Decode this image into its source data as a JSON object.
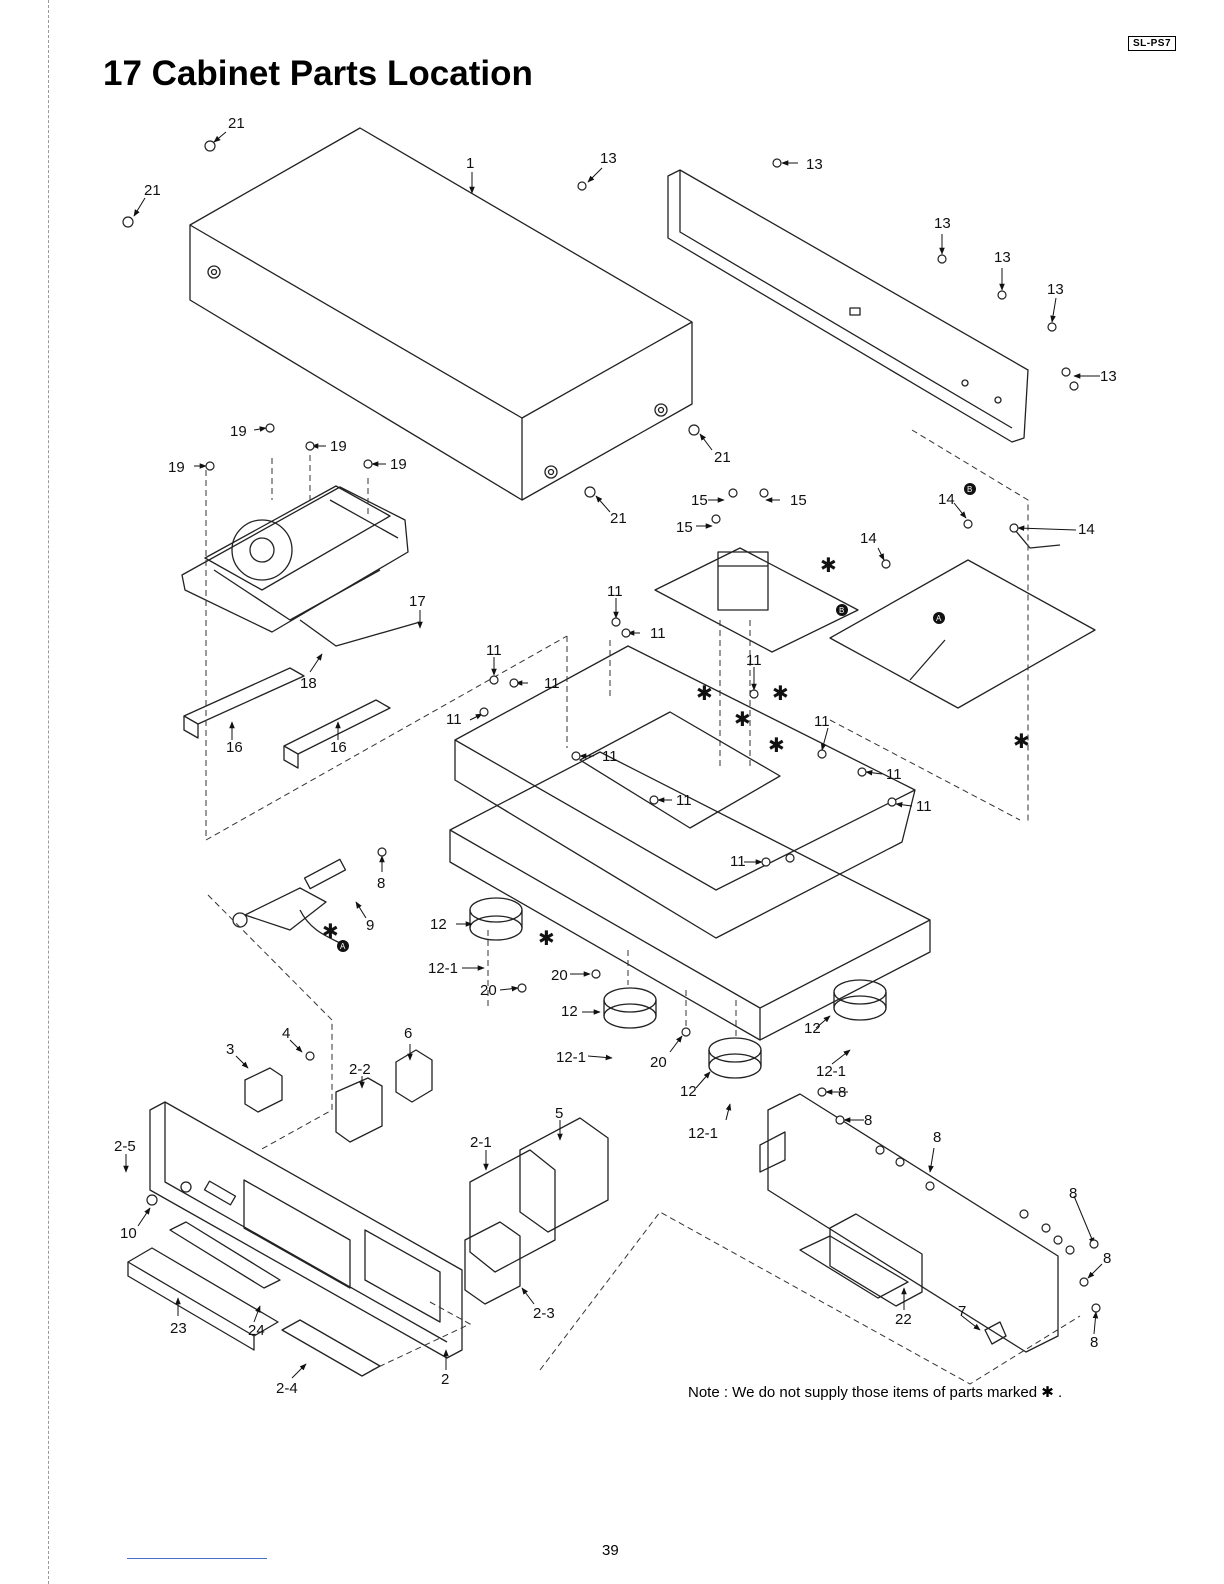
{
  "header": {
    "model_badge": "SL-PS7",
    "title": "17 Cabinet Parts Location"
  },
  "diagram": {
    "part_labels": {
      "p1": "1",
      "p2": "2",
      "p2_1": "2-1",
      "p2_2": "2-2",
      "p2_3": "2-3",
      "p2_4": "2-4",
      "p2_5": "2-5",
      "p3": "3",
      "p4": "4",
      "p5": "5",
      "p6": "6",
      "p7": "7",
      "p8": "8",
      "p9": "9",
      "p10": "10",
      "p11": "11",
      "p12": "12",
      "p12_1": "12-1",
      "p13": "13",
      "p14": "14",
      "p15": "15",
      "p16": "16",
      "p17": "17",
      "p18": "18",
      "p19": "19",
      "p20": "20",
      "p21": "21",
      "p22": "22",
      "p23": "23",
      "p24": "24"
    },
    "asterisk": "✱",
    "connector_a": "A",
    "connector_b": "B"
  },
  "note": "Note : We do not supply those items of parts marked ✱ .",
  "footer": {
    "page_number": "39"
  }
}
